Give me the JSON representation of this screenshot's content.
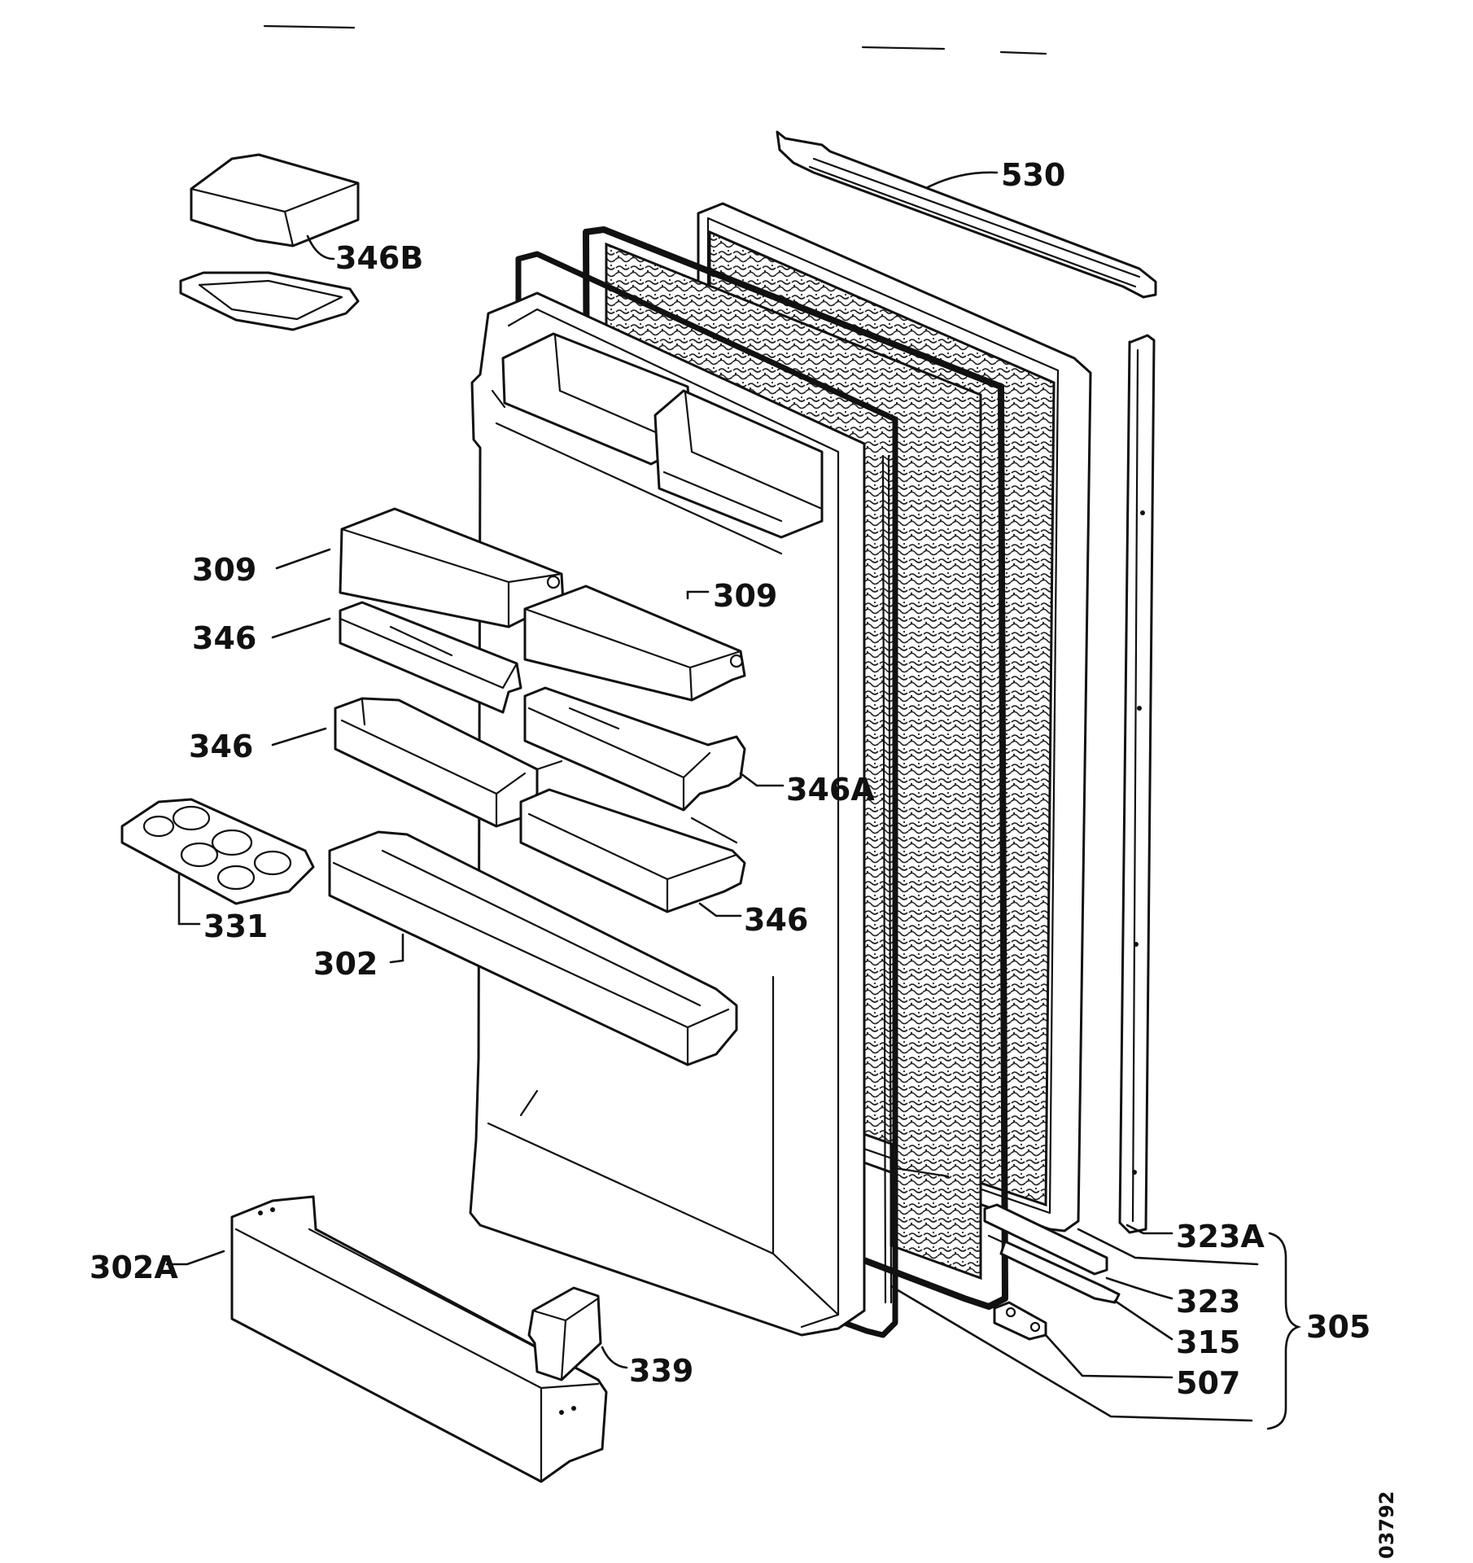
{
  "labels": {
    "p530": "530",
    "p346b": "346B",
    "p309a": "309",
    "p309b": "309",
    "p346a": "346",
    "p346b2": "346",
    "p346A": "346A",
    "p346c": "346",
    "p331": "331",
    "p302": "302",
    "p302A": "302A",
    "p339": "339",
    "p323A": "323A",
    "p323": "323",
    "p315": "315",
    "p507": "507",
    "p305": "305"
  },
  "drawing_ref": "03792"
}
